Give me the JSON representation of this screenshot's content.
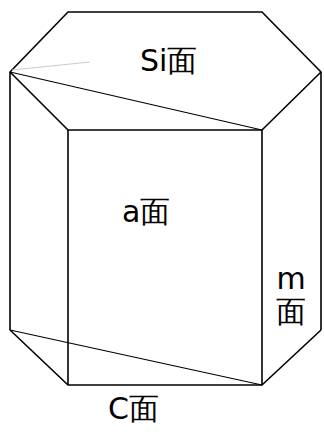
{
  "diagram": {
    "labels": [
      "Si面",
      "a面",
      "m面",
      "C面"
    ]
  }
}
